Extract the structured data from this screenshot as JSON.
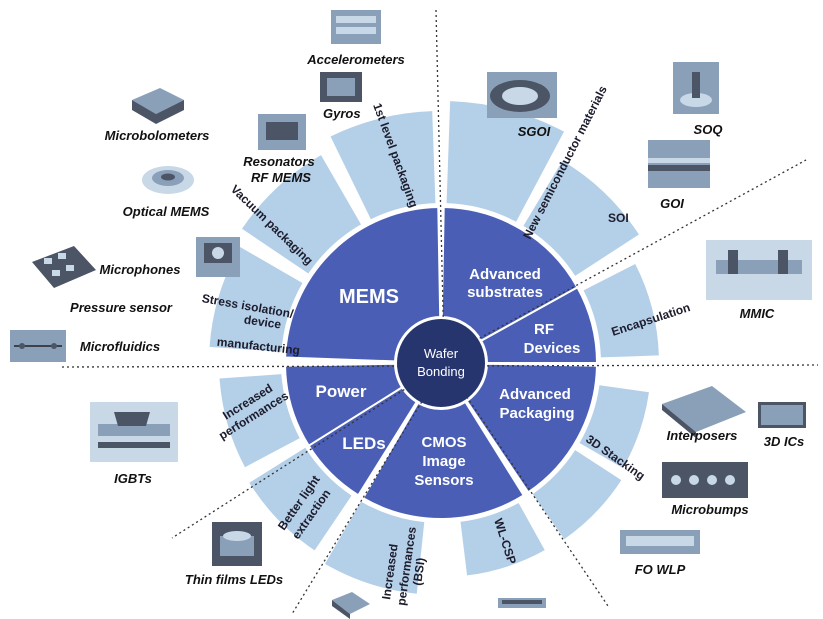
{
  "colors": {
    "segment": "#4a5eb5",
    "center": "#26356e",
    "petal": "#b4cfe8",
    "thumbnail_dark": "#4c5566",
    "thumbnail_mid": "#8aa0b8",
    "thumbnail_light": "#c8d8e6",
    "divider": "#333333"
  },
  "center": {
    "line1": "Wafer",
    "line2": "Bonding"
  },
  "segments": {
    "mems": "MEMS",
    "advanced_substrates": [
      "Advanced",
      "substrates"
    ],
    "rf_devices": [
      "RF",
      "Devices"
    ],
    "advanced_packaging": [
      "Advanced",
      "Packaging"
    ],
    "cmos_image_sensors": [
      "CMOS",
      "Image",
      "Sensors"
    ],
    "leds": "LEDs",
    "power": "Power"
  },
  "ring_labels": {
    "first_level_packaging": "1st level packaging",
    "vacuum_packaging": "Vacuum packaging",
    "stress_isolation": [
      "Stress isolation/",
      "device",
      "manufacturing"
    ],
    "new_semiconductor_materials": "New semiconductor materials",
    "soi": "SOI",
    "encapsulation": "Encapsulation",
    "three_d_stacking": "3D Stacking",
    "wl_csp": "WL-CSP",
    "increased_performances_bsi": [
      "Increased",
      "performances",
      "(BSI)"
    ],
    "better_light_extraction": [
      "Better light",
      "extraction"
    ],
    "increased_performances": [
      "Increased",
      "performances"
    ]
  },
  "applications": {
    "accelerometers": "Accelerometers",
    "gyros": "Gyros",
    "microbolometers": "Microbolometers",
    "resonators_rf_mems": [
      "Resonators",
      "RF MEMS"
    ],
    "optical_mems": "Optical MEMS",
    "microphones": "Microphones",
    "pressure_sensor": "Pressure sensor",
    "microfluidics": "Microfluidics",
    "sgoi": "SGOI",
    "soq": "SOQ",
    "goi": "GOI",
    "mmic": "MMIC",
    "interposers": "Interposers",
    "three_d_ics": "3D ICs",
    "microbumps": "Microbumps",
    "fo_wlp": "FO WLP",
    "igbts": "IGBTs",
    "thin_films_leds": "Thin films LEDs"
  }
}
